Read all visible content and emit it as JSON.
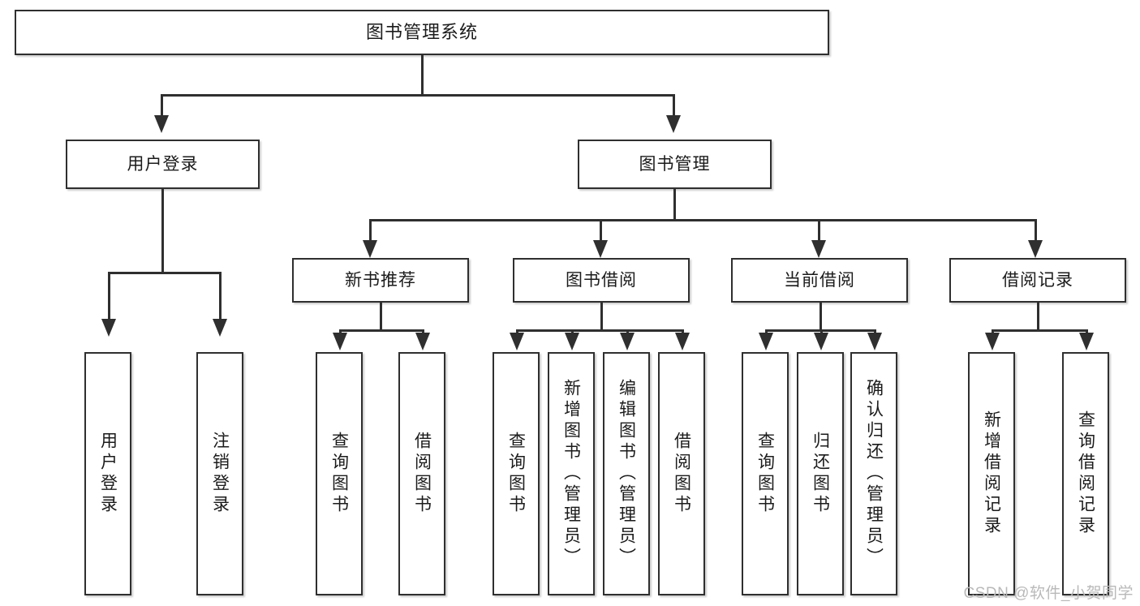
{
  "diagram": {
    "title": "图书管理系统",
    "type": "tree-hierarchy-diagram",
    "root": {
      "label": "图书管理系统"
    },
    "level2": [
      {
        "label": "用户登录"
      },
      {
        "label": "图书管理"
      }
    ],
    "level3": [
      {
        "label": "新书推荐"
      },
      {
        "label": "图书借阅"
      },
      {
        "label": "当前借阅"
      },
      {
        "label": "借阅记录"
      }
    ],
    "leaves": {
      "user_login": [
        {
          "label": "用户登录"
        },
        {
          "label": "注销登录"
        }
      ],
      "new_book_recommend": [
        {
          "label": "查询图书"
        },
        {
          "label": "借阅图书"
        }
      ],
      "book_borrow": [
        {
          "label": "查询图书"
        },
        {
          "label": "新增图书（管理员）"
        },
        {
          "label": "编辑图书（管理员）"
        },
        {
          "label": "借阅图书"
        }
      ],
      "current_borrow": [
        {
          "label": "查询图书"
        },
        {
          "label": "归还图书"
        },
        {
          "label": "确认归还（管理员）"
        }
      ],
      "borrow_record": [
        {
          "label": "新增借阅记录"
        },
        {
          "label": "查询借阅记录"
        }
      ]
    }
  },
  "watermark": {
    "text": "CSDN @软件_小贺同学"
  },
  "colors": {
    "border": "#2f2f2f",
    "background": "#ffffff",
    "text": "#1b1b1b",
    "watermark": "#b9b9b9"
  }
}
